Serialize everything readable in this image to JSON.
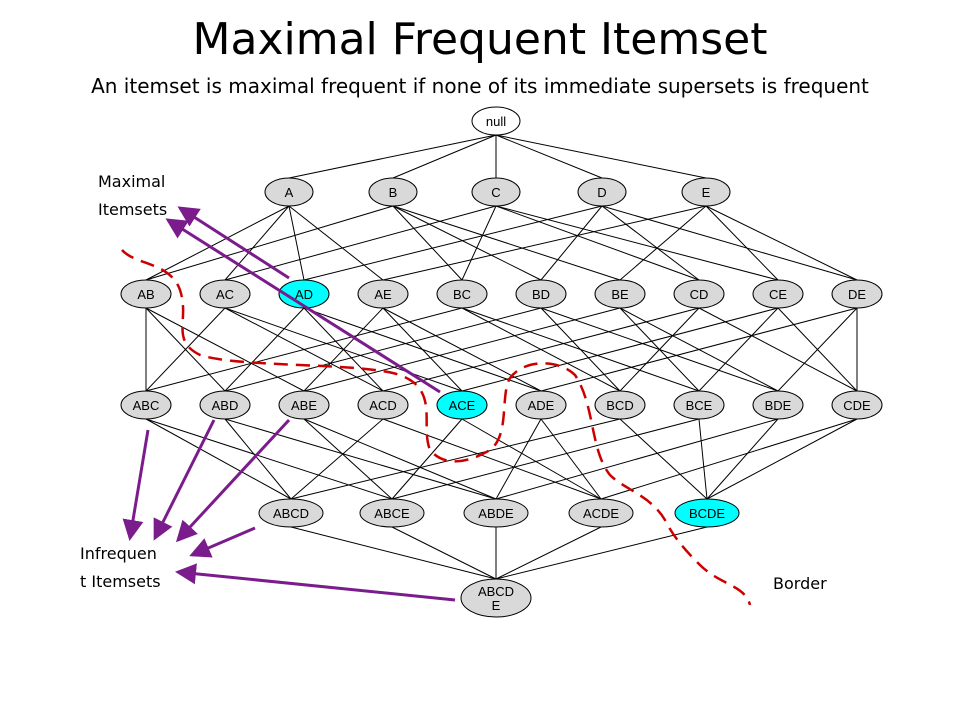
{
  "title": "Maximal Frequent Itemset",
  "subtitle": "An itemset is maximal frequent if none of its immediate supersets is frequent",
  "labels": {
    "maximal_line1": "Maximal",
    "maximal_line2": "Itemsets",
    "infrequent_line1": "Infrequen",
    "infrequent_line2": "t Itemsets",
    "border": "Border"
  },
  "colors": {
    "node_fill": "#d9d9d9",
    "highlight_fill": "#00ffff",
    "arrow": "#7b1c8c",
    "border_line": "#cc0000"
  },
  "nodes": [
    {
      "id": "null",
      "level": 0,
      "highlight": false
    },
    {
      "id": "A",
      "level": 1,
      "highlight": false
    },
    {
      "id": "B",
      "level": 1,
      "highlight": false
    },
    {
      "id": "C",
      "level": 1,
      "highlight": false
    },
    {
      "id": "D",
      "level": 1,
      "highlight": false
    },
    {
      "id": "E",
      "level": 1,
      "highlight": false
    },
    {
      "id": "AB",
      "level": 2,
      "highlight": false
    },
    {
      "id": "AC",
      "level": 2,
      "highlight": false
    },
    {
      "id": "AD",
      "level": 2,
      "highlight": true
    },
    {
      "id": "AE",
      "level": 2,
      "highlight": false
    },
    {
      "id": "BC",
      "level": 2,
      "highlight": false
    },
    {
      "id": "BD",
      "level": 2,
      "highlight": false
    },
    {
      "id": "BE",
      "level": 2,
      "highlight": false
    },
    {
      "id": "CD",
      "level": 2,
      "highlight": false
    },
    {
      "id": "CE",
      "level": 2,
      "highlight": false
    },
    {
      "id": "DE",
      "level": 2,
      "highlight": false
    },
    {
      "id": "ABC",
      "level": 3,
      "highlight": false
    },
    {
      "id": "ABD",
      "level": 3,
      "highlight": false
    },
    {
      "id": "ABE",
      "level": 3,
      "highlight": false
    },
    {
      "id": "ACD",
      "level": 3,
      "highlight": false
    },
    {
      "id": "ACE",
      "level": 3,
      "highlight": true
    },
    {
      "id": "ADE",
      "level": 3,
      "highlight": false
    },
    {
      "id": "BCD",
      "level": 3,
      "highlight": false
    },
    {
      "id": "BCE",
      "level": 3,
      "highlight": false
    },
    {
      "id": "BDE",
      "level": 3,
      "highlight": false
    },
    {
      "id": "CDE",
      "level": 3,
      "highlight": false
    },
    {
      "id": "ABCD",
      "level": 4,
      "highlight": false
    },
    {
      "id": "ABCE",
      "level": 4,
      "highlight": false
    },
    {
      "id": "ABDE",
      "level": 4,
      "highlight": false
    },
    {
      "id": "ACDE",
      "level": 4,
      "highlight": false
    },
    {
      "id": "BCDE",
      "level": 4,
      "highlight": true
    },
    {
      "id": "ABCDE",
      "level": 5,
      "highlight": false,
      "label_lines": [
        "ABCD",
        "E"
      ]
    }
  ]
}
